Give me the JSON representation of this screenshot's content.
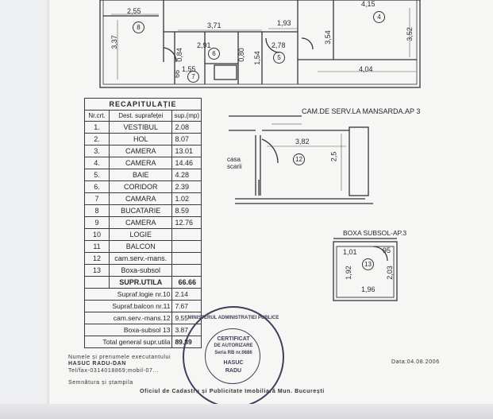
{
  "top_plan": {
    "dims": [
      "2,55",
      "4,15",
      "3,71",
      "1,93",
      "3,37",
      "2,91",
      "2,78",
      "3,54",
      "3,52",
      "0,84",
      "0,80",
      "1,54",
      "66",
      "1,55",
      "4,04"
    ],
    "rooms": [
      "8",
      "4",
      "6",
      "7",
      "5"
    ]
  },
  "recap": {
    "title": "RECAPITULAȚIE",
    "headers": {
      "nr": "Nr.crt.",
      "dest": "Dest. suprafeței",
      "sup": "sup.(mp)"
    },
    "rows": [
      {
        "nr": "1.",
        "name": "VESTIBUL",
        "area": "2.08"
      },
      {
        "nr": "2.",
        "name": "HOL",
        "area": "8.07"
      },
      {
        "nr": "3.",
        "name": "CAMERA",
        "area": "13.01"
      },
      {
        "nr": "4.",
        "name": "CAMERA",
        "area": "14.46"
      },
      {
        "nr": "5.",
        "name": "BAIE",
        "area": "4.28"
      },
      {
        "nr": "6.",
        "name": "CORIDOR",
        "area": "2.39"
      },
      {
        "nr": "7",
        "name": "CAMARA",
        "area": "1.02"
      },
      {
        "nr": "8",
        "name": "BUCATARIE",
        "area": "8.59"
      },
      {
        "nr": "9",
        "name": "CAMERA",
        "area": "12.76"
      },
      {
        "nr": "10",
        "name": "LOGIE",
        "area": ""
      },
      {
        "nr": "11",
        "name": "BALCON",
        "area": ""
      },
      {
        "nr": "12",
        "name": "cam.serv.-mans.",
        "area": ""
      },
      {
        "nr": "13",
        "name": "Boxa-subsol",
        "area": ""
      }
    ],
    "supr_utila": {
      "label": "SUPR.UTILA",
      "value": "66.66"
    },
    "extras": [
      {
        "label": "Supraf.logie nr.10",
        "value": "2.14"
      },
      {
        "label": "Supraf.balcon nr.11",
        "value": "7.67"
      },
      {
        "label": "cam.serv.-mans.12",
        "value": "9.55"
      },
      {
        "label": "Boxa-subsol 13",
        "value": "3.87"
      }
    ],
    "total": {
      "label": "Total general supr.utila",
      "value": "89.89"
    }
  },
  "mansarda": {
    "title": "CAM.DE SERV.LA MANSARDA.AP 3",
    "label1": "casa",
    "label2": "scarii",
    "dim_w": "3,82",
    "dim_h": "2,5",
    "room": "12"
  },
  "subsol": {
    "title": "BOXA SUBSOL-AP.3",
    "dim_top1": "1,01",
    "dim_top2": "95",
    "dim_left": "1,92",
    "dim_right": "2,03",
    "dim_bottom": "1,96",
    "room": "13"
  },
  "footer": {
    "line1": "Numele și prenumele executantului",
    "line2": "HASUC RADU-DAN",
    "line3": "Tel/fax-0314018869;mobil-07...",
    "date": "Data:04.08.2006",
    "signature": "Semnătura și ștampila",
    "office": "Oficiul de Cadastru și Publicitate Imobiliară Mun. București"
  },
  "stamp": {
    "text_top": "MINISTERUL ADMINISTRAȚIEI PUBLICE",
    "text_mid1": "CERTIFICAT",
    "text_mid2": "DE AUTORIZARE",
    "text_mid3": "Seria RB nr.0686",
    "text_name1": "HASUC",
    "text_name2": "RADU"
  }
}
